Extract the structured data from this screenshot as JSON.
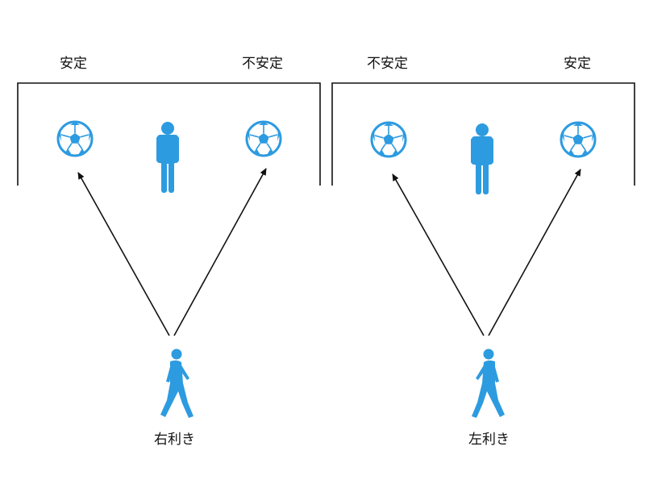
{
  "colors": {
    "accent": "#2d9be0",
    "line": "#111111"
  },
  "panels": [
    {
      "label_left": "安定",
      "label_right": "不安定",
      "caption": "右利き",
      "walker_facing": "right"
    },
    {
      "label_left": "不安定",
      "label_right": "安定",
      "caption": "左利き",
      "walker_facing": "left"
    }
  ]
}
